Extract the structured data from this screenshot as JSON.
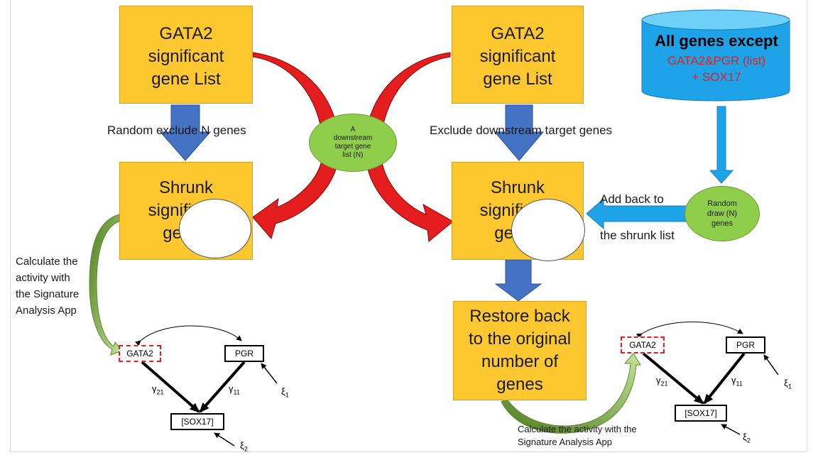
{
  "left": {
    "top_box": "GATA2\nsignificant\ngene List",
    "step_label": "Random exclude N genes",
    "shrunk_box": "Shrunk\nsignificant\ngenes",
    "calc_note": "Calculate the\nactivity with\nthe Signature\nAnalysis App"
  },
  "middle_ellipse": "A\ndownstream\ntarget gene\nlist (N)",
  "right": {
    "top_box": "GATA2\nsignificant\ngene List",
    "step_label": "Exclude downstream target genes",
    "shrunk_box": "Shrunk\nsignificant\ngenes",
    "add_back_top": "Add back to",
    "add_back_bottom": "the shrunk list",
    "random_draw": "Random\ndraw (N)\ngenes",
    "restore_box": "Restore back\nto the original\nnumber of\ngenes",
    "calc_note": "Calculate the activity with the\nSignature Analysis App"
  },
  "database": {
    "title": "All genes except",
    "line1": "GATA2&PGR (list)",
    "line2": "+ SOX17"
  },
  "model": {
    "gata2": "GATA2",
    "pgr": "PGR",
    "sox17": "[SOX17]",
    "gamma21": "γ",
    "gamma21_sub": "21",
    "gamma11": "γ",
    "gamma11_sub": "11",
    "xi1": "ξ",
    "xi1_sub": "1",
    "xi2": "ξ",
    "xi2_sub": "2"
  },
  "colors": {
    "box_fill": "#fdc82f",
    "blue_arrow": "#4472c4",
    "light_blue": "#1fa3e8",
    "red_arrow": "#e41e1e",
    "green": "#8fce4b"
  }
}
